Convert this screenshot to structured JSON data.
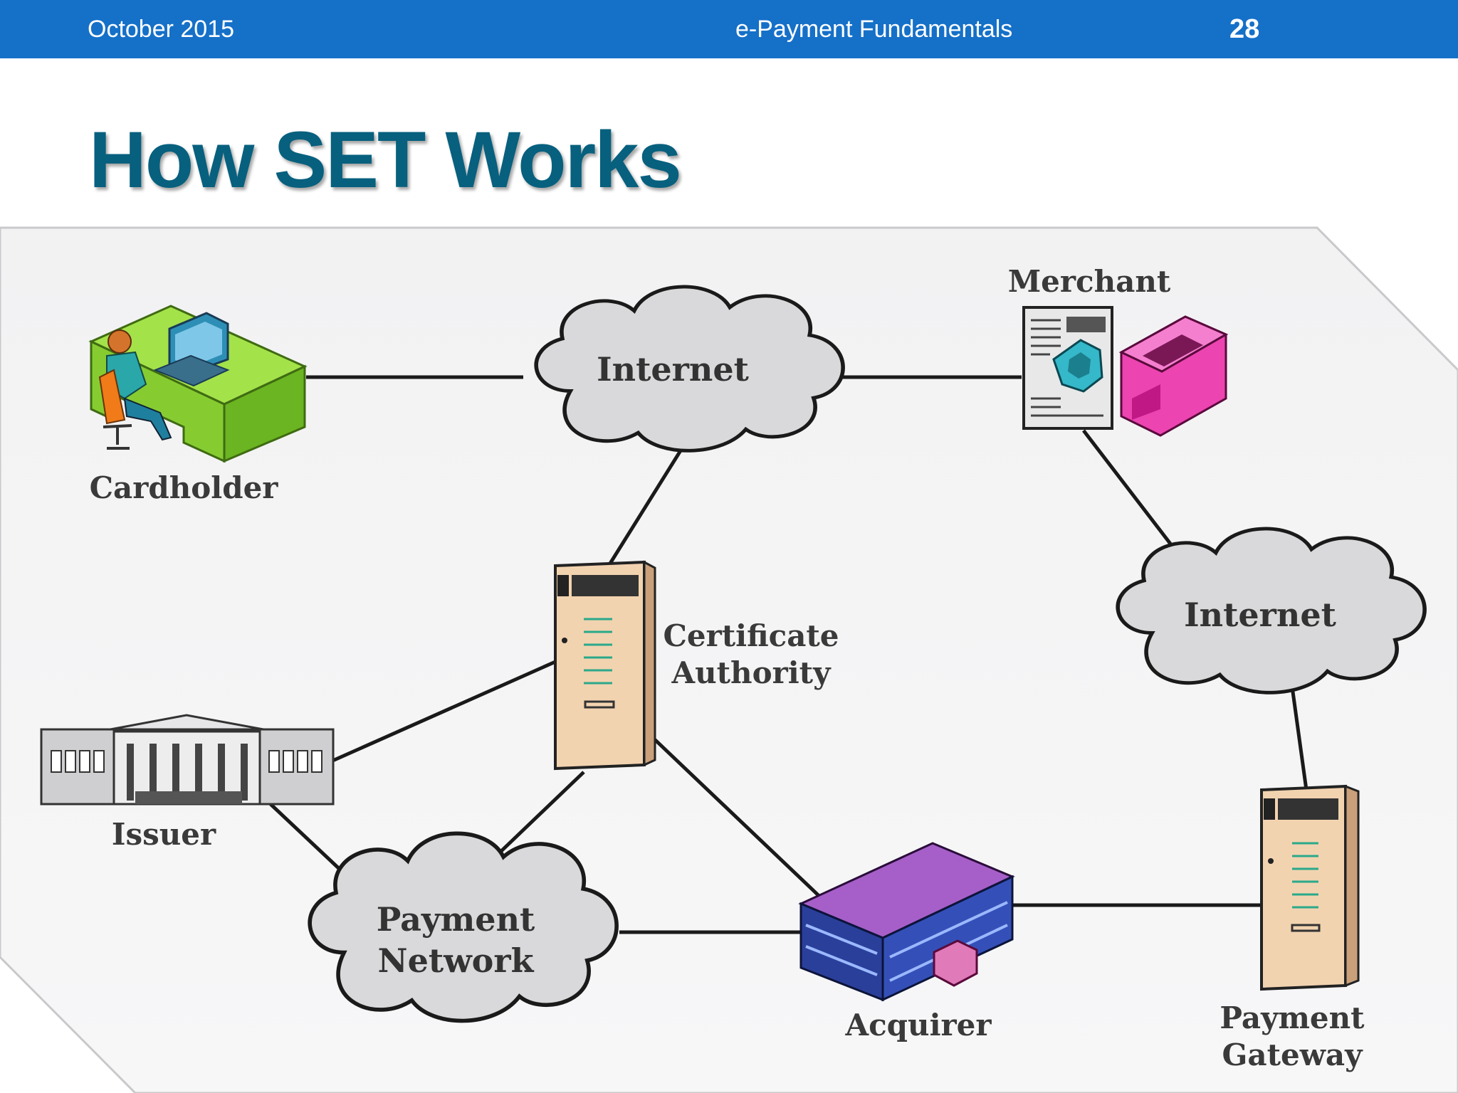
{
  "header": {
    "date": "October 2015",
    "course": "e-Payment Fundamentals",
    "page_number": "28"
  },
  "title": "How SET Works",
  "diagram": {
    "nodes": {
      "cardholder": "Cardholder",
      "internet_top": "Internet",
      "merchant": "Merchant",
      "certificate_authority_line1": "Certificate",
      "certificate_authority_line2": "Authority",
      "internet_right": "Internet",
      "issuer": "Issuer",
      "payment_network_line1": "Payment",
      "payment_network_line2": "Network",
      "acquirer": "Acquirer",
      "payment_gateway_line1": "Payment",
      "payment_gateway_line2": "Gateway"
    },
    "colors": {
      "header_bar": "#1570c8",
      "title": "#07607e",
      "cloud_fill": "#d9d9db",
      "server_fill": "#f2d3b0",
      "desk_green": "#8fd43a",
      "register_pink": "#e0369e",
      "acquirer_purple": "#9257b5"
    }
  }
}
